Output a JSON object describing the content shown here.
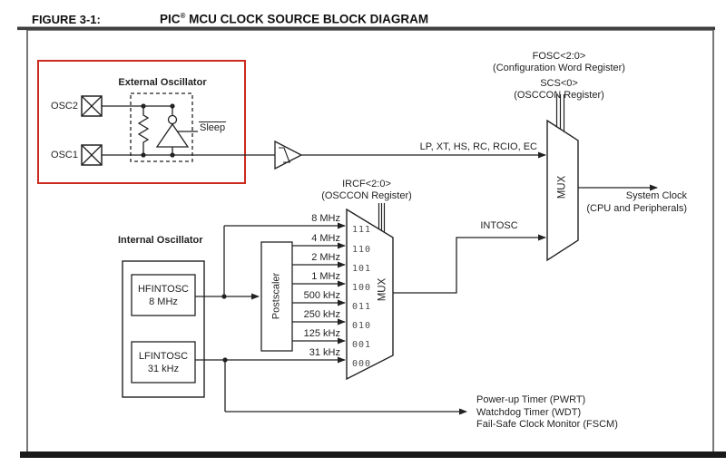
{
  "figure": {
    "label": "FIGURE 3-1:",
    "title_pre": "PIC",
    "title_reg": "®",
    "title_post": " MCU CLOCK SOURCE BLOCK DIAGRAM"
  },
  "external_osc": {
    "title": "External Oscillator",
    "osc2_pin": "OSC2",
    "osc1_pin": "OSC1",
    "sleep_label": "Sleep"
  },
  "right_mux": {
    "label": "MUX",
    "fosc_line1": "FOSC<2:0>",
    "fosc_line2": "(Configuration Word Register)",
    "scs_line1": "SCS<0>",
    "scs_line2": "(OSCCON Register)",
    "ext_input_label": "LP, XT, HS, RC, RCIO, EC",
    "int_input_label": "INTOSC",
    "output_line1": "System Clock",
    "output_line2": "(CPU and Peripherals)"
  },
  "internal_osc": {
    "title": "Internal Oscillator",
    "hf_line1": "HFINTOSC",
    "hf_line2": "8 MHz",
    "lf_line1": "LFINTOSC",
    "lf_line2": "31 kHz",
    "postscaler_label": "Postscaler"
  },
  "inner_mux": {
    "label": "MUX",
    "ircf_line1": "IRCF<2:0>",
    "ircf_line2": "(OSCCON Register)",
    "inputs": [
      {
        "freq": "8 MHz",
        "code": "111"
      },
      {
        "freq": "4 MHz",
        "code": "110"
      },
      {
        "freq": "2 MHz",
        "code": "101"
      },
      {
        "freq": "1 MHz",
        "code": "100"
      },
      {
        "freq": "500 kHz",
        "code": "011"
      },
      {
        "freq": "250 kHz",
        "code": "010"
      },
      {
        "freq": "125 kHz",
        "code": "001"
      },
      {
        "freq": "31 kHz",
        "code": "000"
      }
    ]
  },
  "bottom_outputs": [
    "Power-up Timer (PWRT)",
    "Watchdog Timer (WDT)",
    "Fail-Safe Clock Monitor (FSCM)"
  ],
  "colors": {
    "line": "#222222",
    "highlight_red": "#cc2a1f",
    "code_gray": "#4d4d4d"
  }
}
